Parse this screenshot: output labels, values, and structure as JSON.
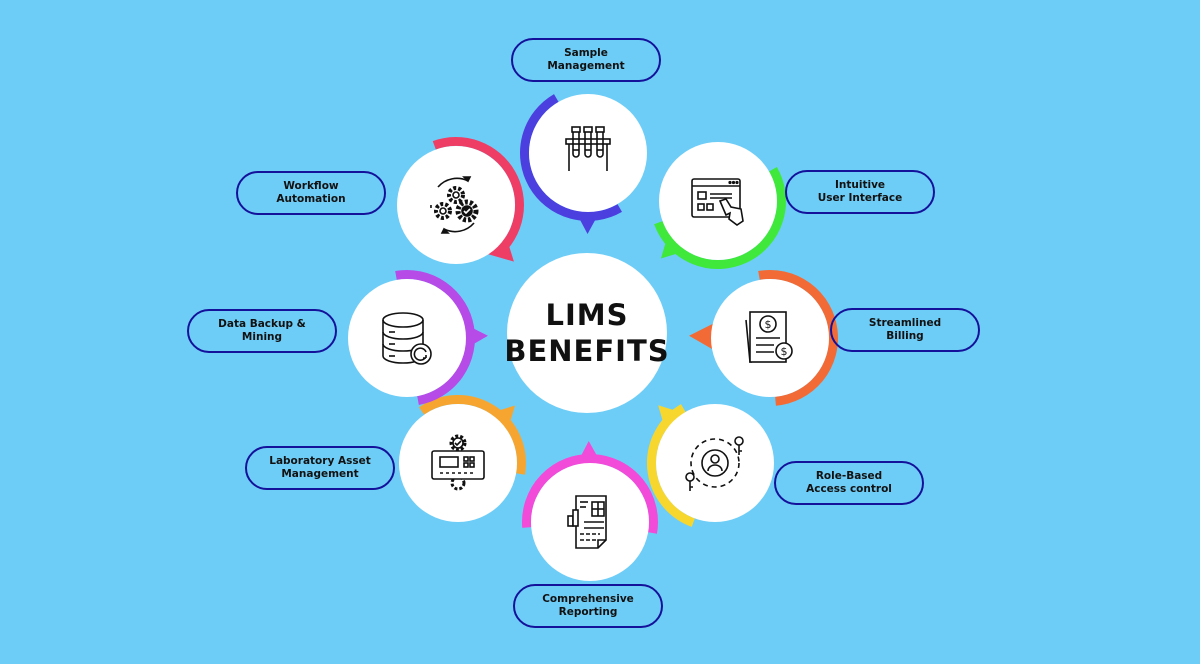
{
  "title": {
    "line1": "LIMS",
    "line2": "BENEFITS"
  },
  "background_color": "#6ECDF7",
  "pill_border_color": "#14129A",
  "benefits": [
    {
      "id": "sample-management",
      "label": "Sample\nManagement",
      "icon": "test-tubes-rack-icon",
      "ring_color": "#4B3FE0"
    },
    {
      "id": "intuitive-ui",
      "label": "Intuitive\nUser Interface",
      "icon": "browser-pointer-icon",
      "ring_color": "#3FE83A"
    },
    {
      "id": "streamlined-billing",
      "label": "Streamlined\nBilling",
      "icon": "invoice-dollar-icon",
      "ring_color": "#F26B36"
    },
    {
      "id": "role-based-access",
      "label": "Role-Based\nAccess control",
      "icon": "user-keys-icon",
      "ring_color": "#F7D72D"
    },
    {
      "id": "comprehensive-reporting",
      "label": "Comprehensive\nReporting",
      "icon": "report-document-icon",
      "ring_color": "#F24BD9"
    },
    {
      "id": "lab-asset-management",
      "label": "Laboratory Asset\nManagement",
      "icon": "lab-device-gear-icon",
      "ring_color": "#F6A630"
    },
    {
      "id": "data-backup-mining",
      "label": "Data Backup &\nMining",
      "icon": "database-refresh-icon",
      "ring_color": "#B64BE8"
    },
    {
      "id": "workflow-automation",
      "label": "Workflow\nAutomation",
      "icon": "gears-cycle-icon",
      "ring_color": "#EF3E66"
    }
  ]
}
